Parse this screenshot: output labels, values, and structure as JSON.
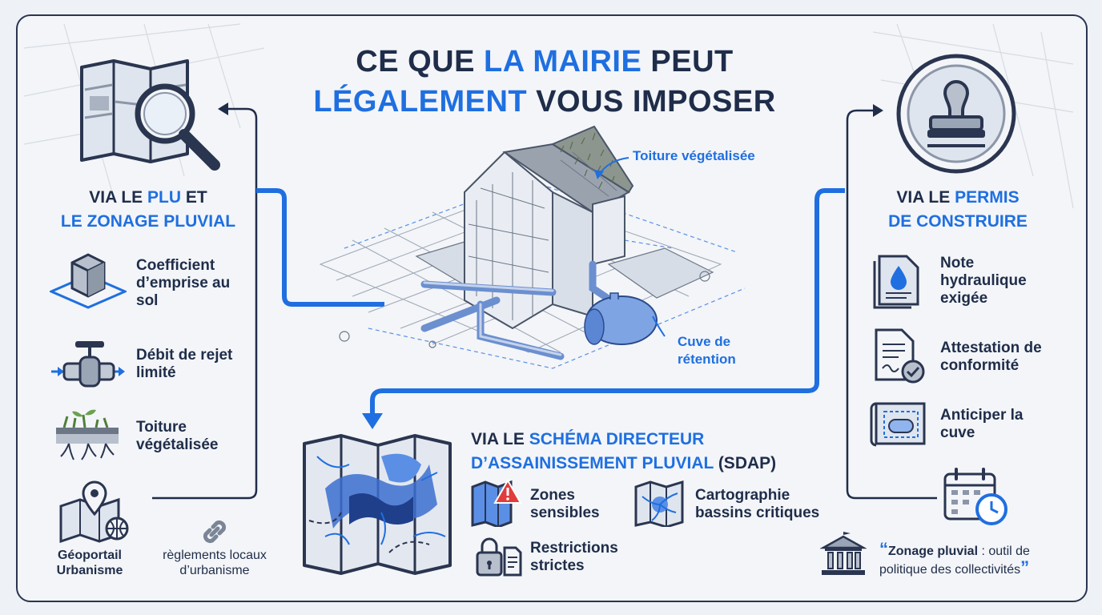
{
  "title": {
    "part1": "CE QUE ",
    "accent1": "LA MAIRIE",
    "part2": " PEUT",
    "accent2": "LÉGALEMENT",
    "part3": " VOUS IMPOSER"
  },
  "left": {
    "heading_line1_a": "VIA LE ",
    "heading_line1_accent": "PLU",
    "heading_line1_b": " ET",
    "heading_line2": "LE ZONAGE PLUVIAL",
    "items": [
      {
        "label": "Coefficient d’emprise au sol"
      },
      {
        "label": "Débit de rejet limité"
      },
      {
        "label": "Toiture végétalisée"
      }
    ],
    "geoportail": "Géoportail Urbanisme",
    "reglements": "règlements locaux d’urbanisme"
  },
  "center": {
    "callout_roof": "Toiture végétalisée",
    "callout_tank": "Cuve de rétention",
    "heading_line1_a": "VIA LE ",
    "heading_line1_accent": "SCHÉMA DIRECTEUR",
    "heading_line2_a": "D’ASSAINISSEMENT PLUVIAL",
    "heading_line2_b": " (SDAP)",
    "items": [
      {
        "label": "Zones sensibles"
      },
      {
        "label": "Cartographie bassins critiques"
      },
      {
        "label": "Restrictions strictes"
      }
    ]
  },
  "right": {
    "heading_line1_a": "VIA LE ",
    "heading_line1_accent": "PERMIS",
    "heading_line2": "DE CONSTRUIRE",
    "items": [
      {
        "label": "Note hydraulique exigée"
      },
      {
        "label": "Attestation de conformité"
      },
      {
        "label": "Anticiper la cuve"
      }
    ],
    "quote_bold": "Zonage pluvial",
    "quote_rest": " : outil de politique des collectivités",
    "quote_open": "“",
    "quote_close": "”"
  },
  "colors": {
    "accent": "#1f6fe0",
    "navy": "#1f2d4a",
    "light_blue": "#8fb4ee"
  },
  "icons": [
    "map-search-icon",
    "stamp-icon",
    "cube-icon",
    "valve-icon",
    "green-roof-icon",
    "map-pin-icon",
    "link-icon",
    "doc-water-icon",
    "doc-check-icon",
    "blueprint-icon",
    "calendar-icon",
    "map-warning-icon",
    "map-basin-icon",
    "lock-doc-icon",
    "townhall-icon"
  ]
}
